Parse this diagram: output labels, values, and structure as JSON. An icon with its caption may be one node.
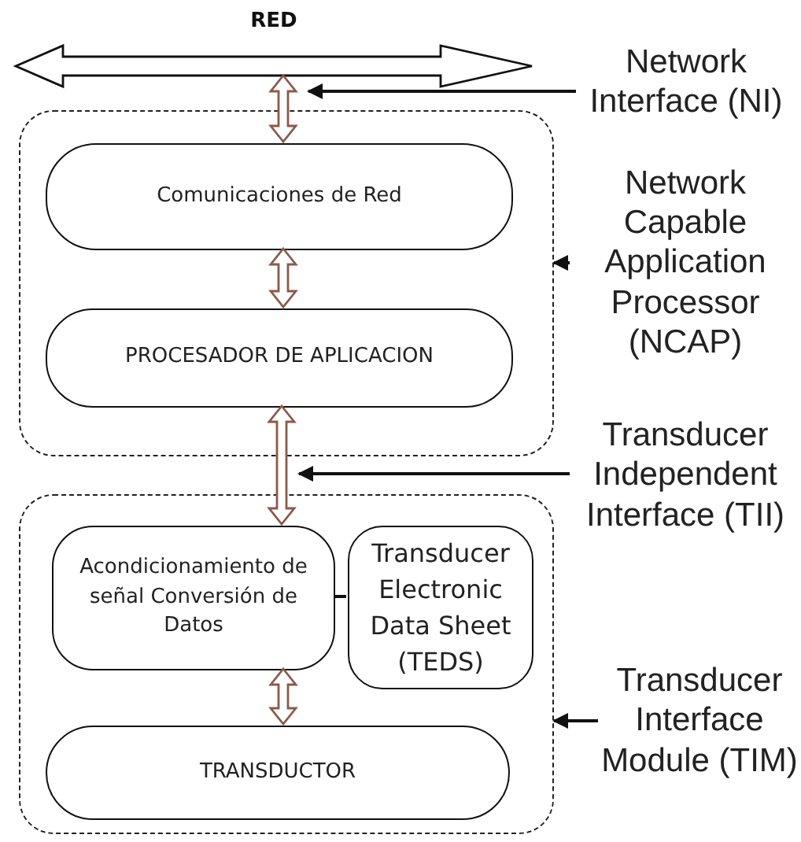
{
  "diagram": {
    "nodes": [
      {
        "text": [
          "RED"
        ]
      },
      {
        "text": [
          "Network Interface (NI)"
        ]
      },
      {
        "text": [],
        "shape": "box"
      },
      {
        "text": [
          "Comunicaciones de Red"
        ],
        "in": 2
      },
      {
        "text": [
          "PROCESADOR DE APLICACION"
        ],
        "in": 2
      },
      {
        "text": [
          "Network Capable Application Processor (NCAP)"
        ]
      },
      {
        "text": [
          "Transducer Independent Interface (TII)"
        ]
      },
      {
        "text": [],
        "shape": "box"
      },
      {
        "text": [
          "Acondicionamiento de señal Conversión de Datos"
        ],
        "in": 7
      },
      {
        "text": [
          "Transducer Electronic Data Sheet (TEDS)"
        ],
        "in": 7
      },
      {
        "text": [
          "TRANSDUCTOR"
        ],
        "in": 7
      },
      {
        "text": [
          "Transducer Interface Module (TIM)"
        ]
      }
    ],
    "edges": [
      {
        "from": 0,
        "to": 3,
        "arrow": "both",
        "style": "thick",
        "color": "#8a5a4a"
      },
      {
        "from": 3,
        "to": 4,
        "arrow": "both",
        "style": "thick",
        "color": "#8a5a4a"
      },
      {
        "from": 4,
        "to": 8,
        "arrow": "both",
        "style": "thick",
        "color": "#8a5a4a"
      },
      {
        "from": 8,
        "to": 10,
        "arrow": "both",
        "style": "thick",
        "color": "#8a5a4a"
      },
      {
        "from": 8,
        "to": 9,
        "arrow": "none"
      },
      {
        "from": 1,
        "to": 0,
        "arrow": "to"
      },
      {
        "from": 5,
        "to": 2,
        "arrow": "to"
      },
      {
        "from": 6,
        "to": 2,
        "arrow": "to"
      },
      {
        "from": 11,
        "to": 7,
        "arrow": "to"
      }
    ]
  }
}
